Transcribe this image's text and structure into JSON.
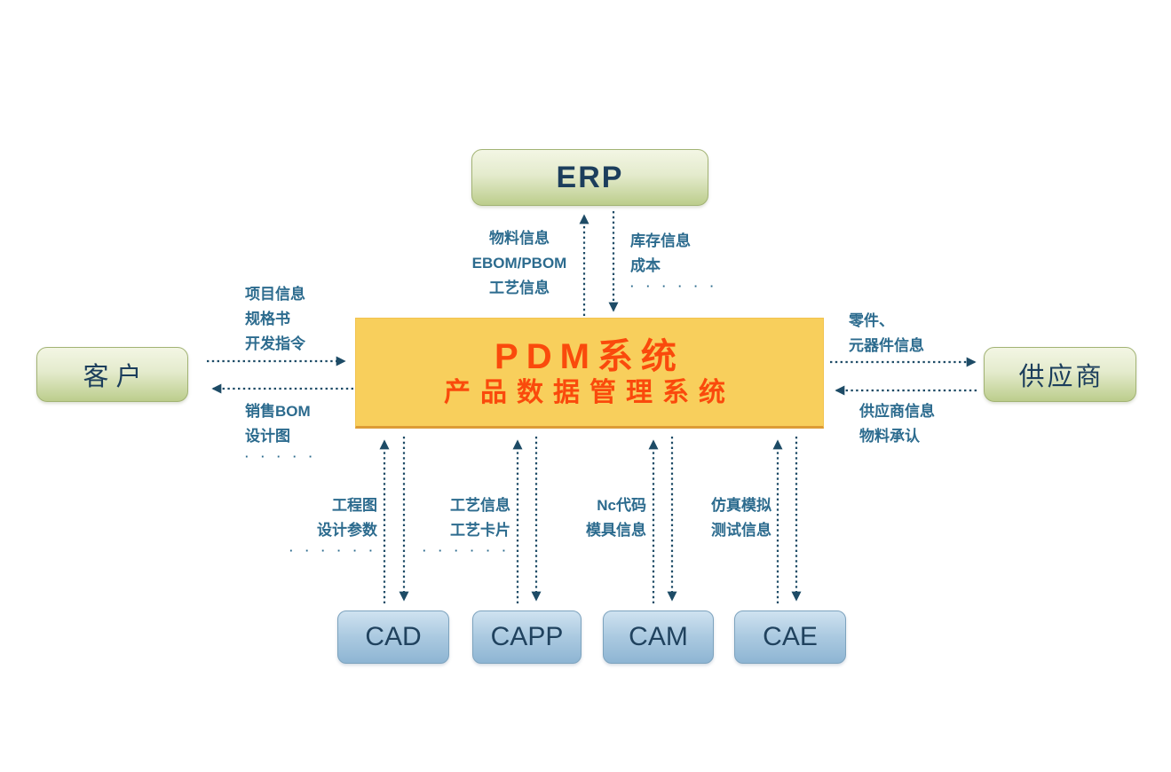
{
  "diagram_title": "PDM system integration diagram",
  "colors": {
    "pdm_box_bg": "#f8cf5c",
    "pdm_box_border_bottom": "#dd9b35",
    "pdm_text": "#fa4a0c",
    "green_box_top": "#f3f6e4",
    "green_box_bottom": "#bccd8c",
    "green_box_border": "#a2b374",
    "blue_box_top": "#cfe2f0",
    "blue_box_bottom": "#8eb5d3",
    "node_text": "#1c3e5c",
    "label_text": "#2c6b8e",
    "arrow": "#1d4b66"
  },
  "nodes": {
    "erp": {
      "label": "ERP"
    },
    "pdm": {
      "title": "PDM系统",
      "subtitle": "产品数据管理系统"
    },
    "customer": {
      "label": "客户"
    },
    "supplier": {
      "label": "供应商"
    },
    "cad": {
      "label": "CAD"
    },
    "capp": {
      "label": "CAPP"
    },
    "cam": {
      "label": "CAM"
    },
    "cae": {
      "label": "CAE"
    }
  },
  "edge_labels": {
    "customer_to_pdm": {
      "lines": [
        "项目信息",
        "规格书",
        "开发指令"
      ]
    },
    "pdm_to_customer": {
      "lines": [
        "销售BOM",
        "设计图",
        "· · · · ·"
      ]
    },
    "pdm_to_erp": {
      "lines": [
        "物料信息",
        "EBOM/PBOM",
        "工艺信息"
      ]
    },
    "erp_to_pdm": {
      "lines": [
        "库存信息",
        "成本",
        "· · · · · ·"
      ]
    },
    "pdm_to_supplier": {
      "lines": [
        "零件、",
        "元器件信息"
      ]
    },
    "supplier_to_pdm": {
      "lines": [
        "供应商信息",
        "物料承认"
      ]
    },
    "pdm_cad": {
      "lines": [
        "工程图",
        "设计参数",
        "· · · · · ·"
      ]
    },
    "pdm_capp": {
      "lines": [
        "工艺信息",
        "工艺卡片",
        "· · · · · ·"
      ]
    },
    "pdm_cam": {
      "lines": [
        "Nc代码",
        "模具信息"
      ]
    },
    "pdm_cae": {
      "lines": [
        "仿真模拟",
        "测试信息"
      ]
    }
  }
}
